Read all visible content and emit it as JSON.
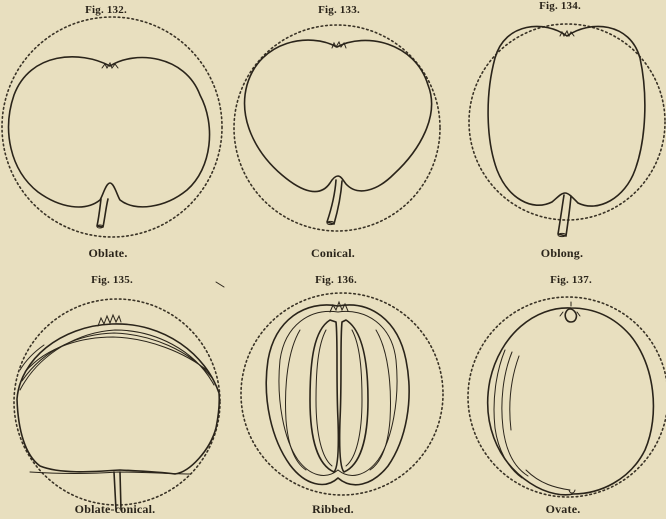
{
  "figures": [
    {
      "number": "Fig. 132.",
      "caption": "Oblate."
    },
    {
      "number": "Fig. 133.",
      "caption": "Conical."
    },
    {
      "number": "Fig. 134.",
      "caption": "Oblong."
    },
    {
      "number": "Fig. 135.",
      "caption": "Oblate-conical."
    },
    {
      "number": "Fig. 136.",
      "caption": "Ribbed."
    },
    {
      "number": "Fig. 137.",
      "caption": "Ovate."
    }
  ]
}
